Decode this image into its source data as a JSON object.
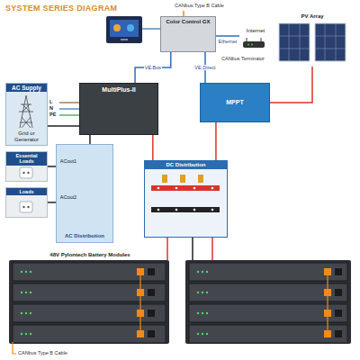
{
  "diagram": {
    "title": "SYSTEM SERIES DIAGRAM",
    "nodes": [
      {
        "text": [
          "AC Supply",
          "Grid or Generator"
        ]
      },
      {
        "text": [
          "Essential Loads"
        ]
      },
      {
        "text": [
          "Loads"
        ]
      },
      {
        "text": [
          "Color Control GX"
        ]
      },
      {
        "text": [
          "Internet"
        ]
      },
      {
        "text": [
          "PV Array"
        ]
      },
      {
        "text": [
          "MultiPlus-II"
        ]
      },
      {
        "text": [
          "MPPT"
        ]
      },
      {
        "text": [
          "AC Distribution"
        ]
      },
      {
        "text": [
          "DC Distribution"
        ]
      },
      {
        "text": [
          "48V Pylontech Battery Modules"
        ]
      }
    ],
    "edges": [
      {
        "from": 0,
        "to": 6,
        "arrow": "none"
      },
      {
        "from": 6,
        "to": 8,
        "arrow": "none"
      },
      {
        "from": 8,
        "to": 1,
        "label": "ACout1",
        "arrow": "none"
      },
      {
        "from": 8,
        "to": 2,
        "label": "ACout2",
        "arrow": "none"
      },
      {
        "from": 3,
        "to": 6,
        "label": "VE.Bus",
        "arrow": "none"
      },
      {
        "from": 3,
        "to": 7,
        "label": "VE.Direct",
        "arrow": "none"
      },
      {
        "from": 3,
        "to": 4,
        "label": "Ethernet",
        "arrow": "none"
      },
      {
        "from": 5,
        "to": 7,
        "arrow": "none"
      },
      {
        "from": 7,
        "to": 9,
        "arrow": "none"
      },
      {
        "from": 6,
        "to": 9,
        "arrow": "none"
      },
      {
        "from": 9,
        "to": 10,
        "arrow": "none"
      }
    ],
    "labels": [
      "CANbus Type B Cable",
      "CANbus Terminator",
      "L",
      "N",
      "PE",
      "CANbus Type B Cable"
    ]
  }
}
